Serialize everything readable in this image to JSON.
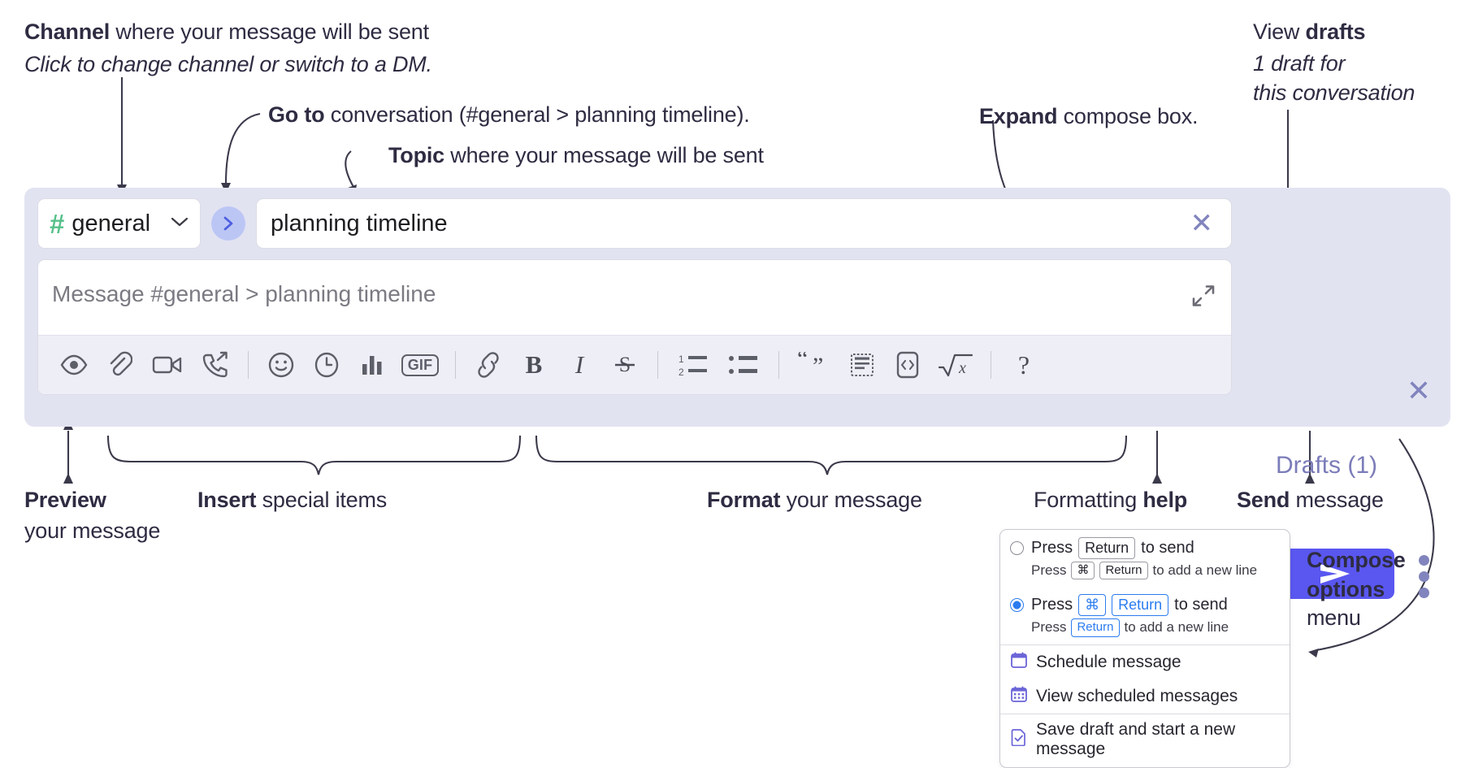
{
  "annotations": {
    "channel": {
      "line1_bold": "Channel",
      "line1_rest": " where your message will be sent",
      "line2_italic": "Click to change channel or switch to a DM."
    },
    "goto": {
      "bold": "Go to",
      "rest": " conversation (#general > planning timeline)."
    },
    "topic": {
      "bold": "Topic",
      "rest": " where your message will be sent"
    },
    "expand": {
      "bold": "Expand",
      "rest": " compose box."
    },
    "drafts": {
      "line1_pre": "View ",
      "line1_bold": "drafts",
      "line2": "1 draft for",
      "line3": "this conversation"
    },
    "preview": {
      "bold": "Preview",
      "rest": "your message"
    },
    "insert": {
      "bold": "Insert",
      "rest": " special items"
    },
    "format": {
      "bold": "Format",
      "rest": " your message"
    },
    "help": {
      "pre": "Formatting ",
      "bold": "help"
    },
    "send": {
      "bold": "Send",
      "rest": " message"
    },
    "compose_options": {
      "bold1": "Compose",
      "bold2": "options",
      "rest": "menu"
    }
  },
  "compose": {
    "channel": {
      "hash": "#",
      "name": "general",
      "chevron": "chevron-down"
    },
    "goto_button_label": "go-to-conversation",
    "topic": {
      "value": "planning timeline",
      "clear_label": "✕"
    },
    "message": {
      "placeholder": "Message #general > planning timeline",
      "value": ""
    },
    "drafts_label": "Drafts (1)",
    "close_label": "✕",
    "send_label": "send-arrow",
    "toolbar": [
      {
        "name": "preview-icon",
        "label": "Preview"
      },
      {
        "name": "attachment-icon",
        "label": "Attach file"
      },
      {
        "name": "video-icon",
        "label": "Record video clip"
      },
      {
        "name": "audio-call-icon",
        "label": "Record audio clip"
      },
      {
        "name": "separator",
        "label": ""
      },
      {
        "name": "emoji-icon",
        "label": "Emoji"
      },
      {
        "name": "clock-icon",
        "label": "Reminder"
      },
      {
        "name": "poll-icon",
        "label": "Poll"
      },
      {
        "name": "gif-icon",
        "label": "GIF"
      },
      {
        "name": "separator",
        "label": ""
      },
      {
        "name": "link-icon",
        "label": "Link"
      },
      {
        "name": "bold-icon",
        "label": "B"
      },
      {
        "name": "italic-icon",
        "label": "I"
      },
      {
        "name": "strikethrough-icon",
        "label": "S"
      },
      {
        "name": "separator",
        "label": ""
      },
      {
        "name": "ordered-list-icon",
        "label": "Ordered list"
      },
      {
        "name": "bullet-list-icon",
        "label": "Bulleted list"
      },
      {
        "name": "separator",
        "label": ""
      },
      {
        "name": "blockquote-icon",
        "label": "Blockquote"
      },
      {
        "name": "code-block-icon",
        "label": "Code block"
      },
      {
        "name": "inline-code-icon",
        "label": "Code"
      },
      {
        "name": "math-icon",
        "label": "Math"
      },
      {
        "name": "separator",
        "label": ""
      },
      {
        "name": "help-icon",
        "label": "?"
      }
    ]
  },
  "compose_menu": {
    "options": [
      {
        "selected": false,
        "main": {
          "pre": "Press",
          "key": "Return",
          "post": "to send"
        },
        "sub": {
          "pre": "Press",
          "key1": "⌘",
          "key2": "Return",
          "post": "to add a new line"
        }
      },
      {
        "selected": true,
        "main": {
          "pre": "Press",
          "key1": "⌘",
          "key2": "Return",
          "post": "to send"
        },
        "sub": {
          "pre": "Press",
          "key": "Return",
          "post": "to add a new line"
        }
      }
    ],
    "items": [
      {
        "icon": "calendar-schedule-icon",
        "label": "Schedule message"
      },
      {
        "icon": "calendar-grid-icon",
        "label": "View scheduled messages"
      },
      {
        "icon": "save-draft-icon",
        "label": "Save draft and start a new message"
      }
    ]
  },
  "colors": {
    "panel_bg": "#e2e3f1",
    "accent_send": "#5a57f0",
    "hash_green": "#56c08a",
    "goto_circle": "#bcc6f5",
    "drafts_text": "#7b7cb9",
    "toolbar_bg": "#eeeef6",
    "radio_blue": "#2b7cf0",
    "menu_icon": "#6a64d8",
    "annotation_text": "#2e2c42"
  }
}
